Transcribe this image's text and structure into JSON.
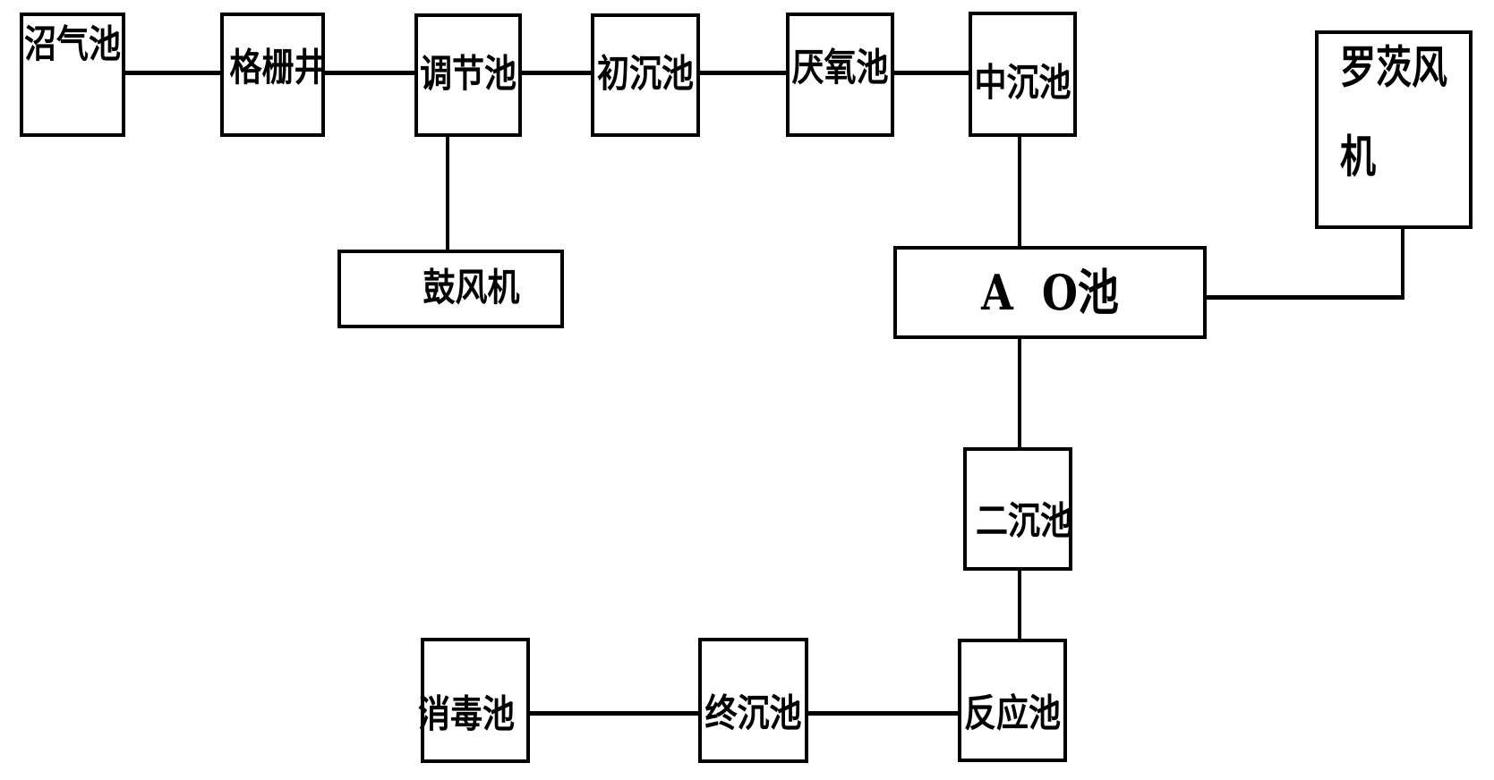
{
  "diagram": {
    "type": "process-flow",
    "background_color": "#ffffff",
    "line_color": "#000000",
    "text_color": "#000000",
    "nodes": [
      {
        "id": "biogas-pool",
        "label": "沼气池"
      },
      {
        "id": "screen-well",
        "label": "格栅井"
      },
      {
        "id": "regulating-pool",
        "label": "调节池"
      },
      {
        "id": "primary-sedimentation-pool",
        "label": "初沉池"
      },
      {
        "id": "anaerobic-pool",
        "label": "厌氧池"
      },
      {
        "id": "middle-sedimentation-pool",
        "label": "中沉池"
      },
      {
        "id": "roots-blower",
        "label": "罗茨风机"
      },
      {
        "id": "blower",
        "label": "鼓风机"
      },
      {
        "id": "ao-pool",
        "label": "A  O池"
      },
      {
        "id": "secondary-sedimentation-pool",
        "label": "二沉池"
      },
      {
        "id": "reaction-pool",
        "label": "反应池"
      },
      {
        "id": "final-sedimentation-pool",
        "label": "终沉池"
      },
      {
        "id": "disinfection-pool",
        "label": "消毒池"
      }
    ],
    "edges": [
      {
        "from": "biogas-pool",
        "to": "screen-well"
      },
      {
        "from": "screen-well",
        "to": "regulating-pool"
      },
      {
        "from": "regulating-pool",
        "to": "primary-sedimentation-pool"
      },
      {
        "from": "primary-sedimentation-pool",
        "to": "anaerobic-pool"
      },
      {
        "from": "anaerobic-pool",
        "to": "middle-sedimentation-pool"
      },
      {
        "from": "regulating-pool",
        "to": "blower"
      },
      {
        "from": "middle-sedimentation-pool",
        "to": "ao-pool"
      },
      {
        "from": "ao-pool",
        "to": "roots-blower"
      },
      {
        "from": "ao-pool",
        "to": "secondary-sedimentation-pool"
      },
      {
        "from": "secondary-sedimentation-pool",
        "to": "reaction-pool"
      },
      {
        "from": "reaction-pool",
        "to": "final-sedimentation-pool"
      },
      {
        "from": "final-sedimentation-pool",
        "to": "disinfection-pool"
      }
    ]
  }
}
